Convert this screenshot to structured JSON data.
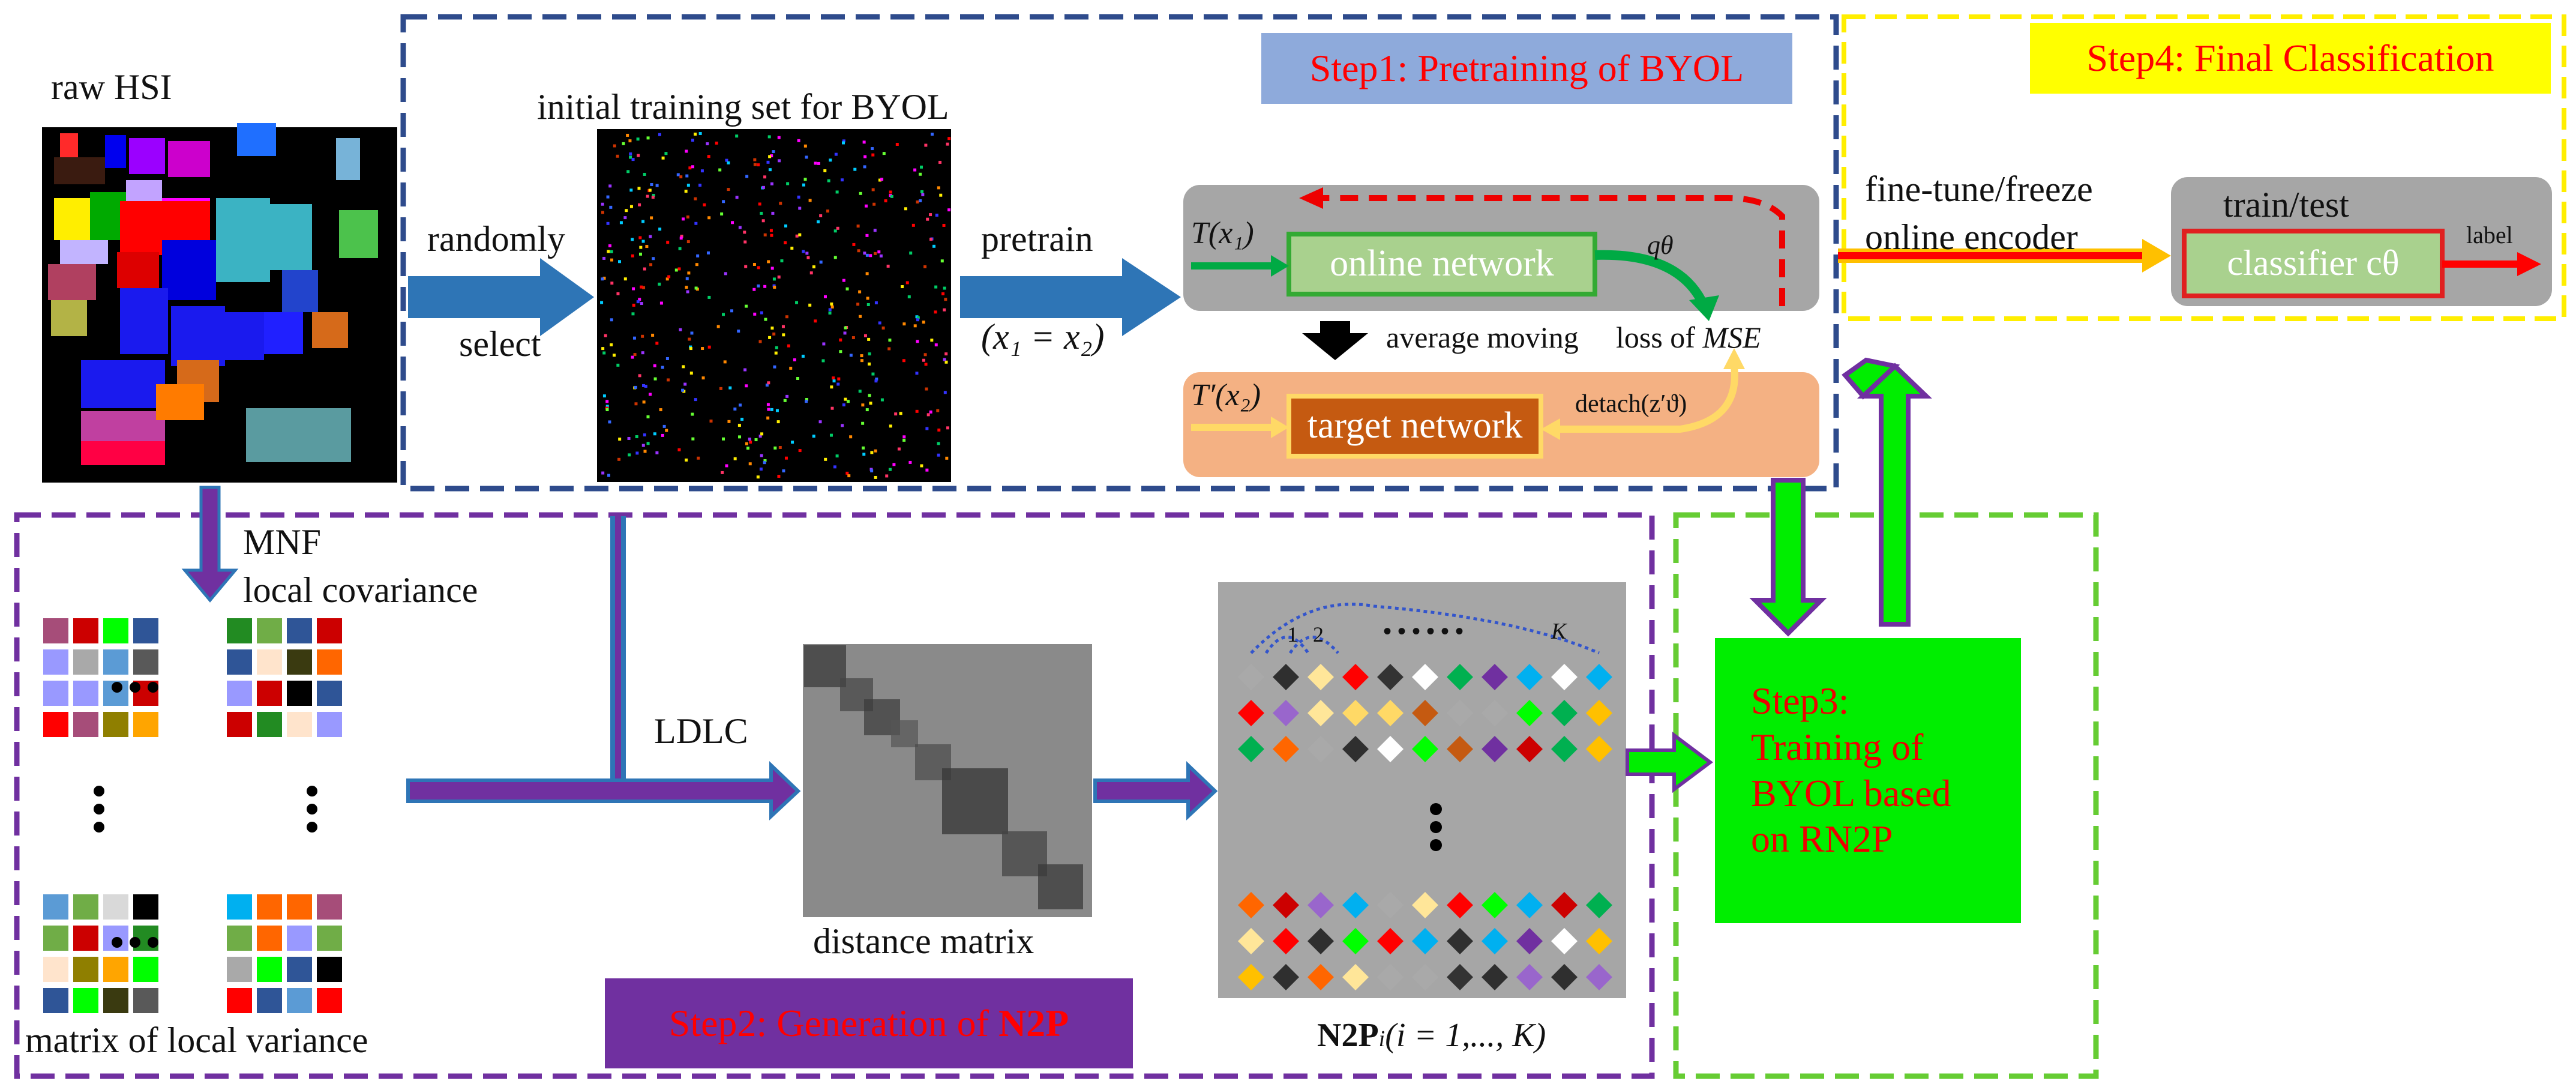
{
  "steps": {
    "step1": "Step1: Pretraining of BYOL",
    "step2_prefix": "Step2: Generation of ",
    "step2_bold": "N2P",
    "step3": [
      "Step3:",
      "Training of",
      "BYOL based",
      "on RN2P"
    ],
    "step4": "Step4: Final Classification"
  },
  "labels": {
    "raw_hsi": "raw HSI",
    "initial_training_set": "initial training set for BYOL",
    "randomly": "randomly",
    "select": "select",
    "pretrain": "pretrain",
    "pretrain_eq": "(x₁ = x₂)",
    "online_network": "online network",
    "target_network": "target network",
    "average_moving": "average moving",
    "loss_of_mse_prefix": "loss of ",
    "loss_of_mse_em": "MSE",
    "t_x1": "T(x₁)",
    "t_prime_x2": "T′(x₂)",
    "q_theta": "qθ",
    "detach": "detach(z′ϑ)",
    "fine_tune": "fine-tune/freeze",
    "online_encoder": "online encoder",
    "train_test": "train/test",
    "classifier": "classifier cθ",
    "label": "label",
    "mnf": "MNF",
    "local_covariance": "local covariance",
    "ldlc": "LDLC",
    "distance_matrix": "distance matrix",
    "matrix_local_variance": "matrix of local variance",
    "n2p_formula_bold": "N2P",
    "n2p_formula_rest": "(i = 1,..., K)",
    "n2p_index_1": "1",
    "n2p_index_2": "2",
    "n2p_index_k": "K",
    "n2p_dots": "• • • • • •"
  },
  "colors": {
    "step1_border": "#2e4b8c",
    "step1_title_bg": "#8eaadb",
    "step2_border": "#7030a0",
    "step2_title_bg": "#7030a0",
    "step3_border": "#66cc33",
    "step3_box": "#00ee00",
    "step4_border": "#ffee00",
    "step4_title_bg": "#ffff00",
    "title_text": "#ff0000",
    "blue_arrow": "#2e75b6",
    "online_box": "#a9d18e",
    "target_box": "#c55a11",
    "target_panel": "#f4b183",
    "grey_panel": "#a6a6a6"
  }
}
